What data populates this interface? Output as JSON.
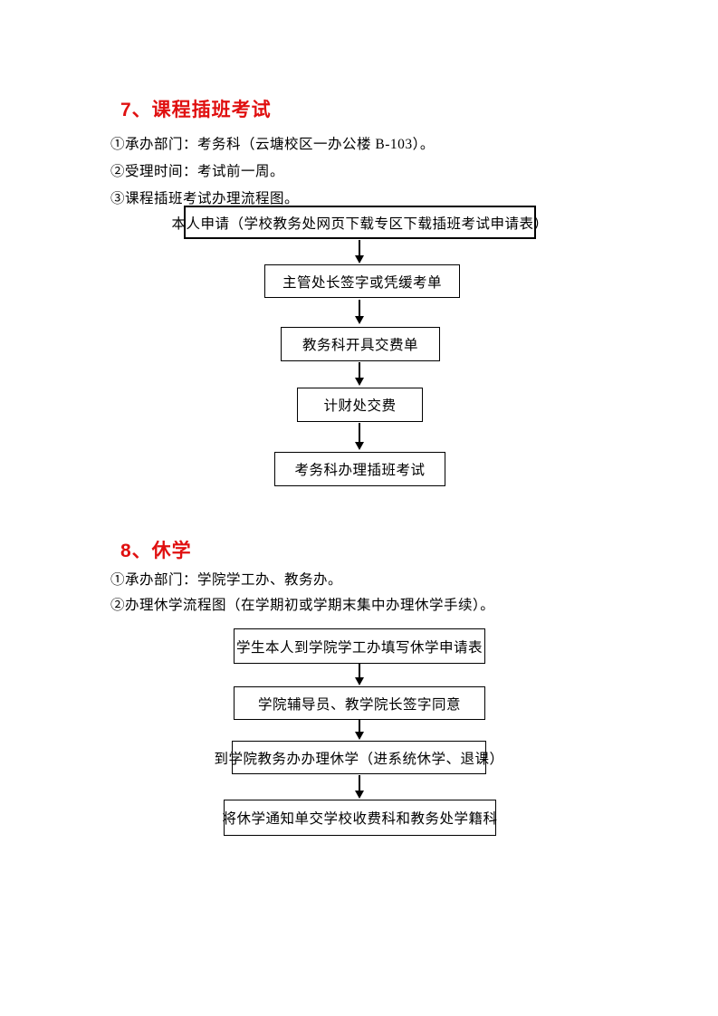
{
  "colors": {
    "heading_red": "#e01010",
    "text_black": "#000000",
    "page_bg": "#ffffff"
  },
  "section7": {
    "heading": "7、课程插班考试",
    "lines": [
      "①承办部门：考务科（云塘校区一办公楼 B-103）。",
      "②受理时间：考试前一周。",
      "③课程插班考试办理流程图。"
    ],
    "flow": [
      "本人申请（学校教务处网页下载专区下载插班考试申请表）",
      "主管处长签字或凭缓考单",
      "教务科开具交费单",
      "计财处交费",
      "考务科办理插班考试"
    ]
  },
  "section8": {
    "heading": "8、休学",
    "lines": [
      "①承办部门：学院学工办、教务办。",
      "②办理休学流程图（在学期初或学期末集中办理休学手续）。"
    ],
    "flow": [
      "学生本人到学院学工办填写休学申请表",
      "学院辅导员、教学院长签字同意",
      "到学院教务办办理休学（进系统休学、退课）",
      "将休学通知单交学校收费科和教务处学籍科"
    ]
  }
}
